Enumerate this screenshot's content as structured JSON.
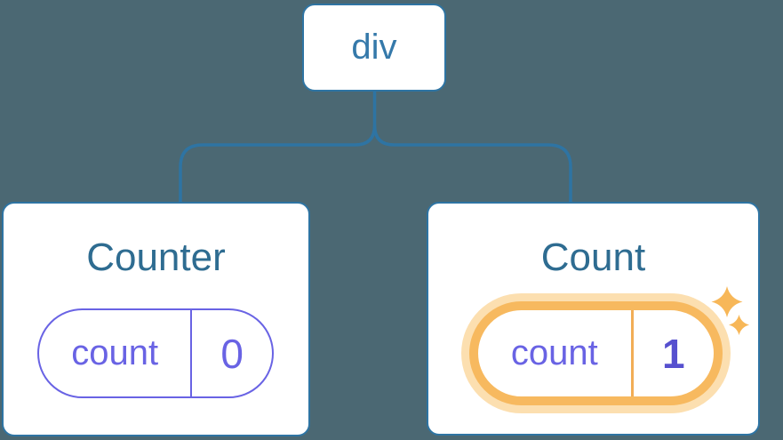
{
  "colors": {
    "background": "#4b6873",
    "node_border": "#2e74a3",
    "connector": "#2e74a3",
    "root_label": "#3579aa",
    "card_title": "#2e6c91",
    "card_bg": "#ffffff",
    "state_purple": "#6963e4",
    "state_value_highlight": "#5650cf",
    "highlight_ring": "#f7b95f",
    "highlight_halo": "#fcdfb0",
    "highlight_divider": "#f2ad56",
    "sparkle": "#f7b758"
  },
  "tree": {
    "root": {
      "label": "div"
    },
    "children": [
      {
        "title": "Counter",
        "state_key": "count",
        "state_value": "0",
        "highlighted": false
      },
      {
        "title": "Count",
        "state_key": "count",
        "state_value": "1",
        "highlighted": true
      }
    ]
  }
}
